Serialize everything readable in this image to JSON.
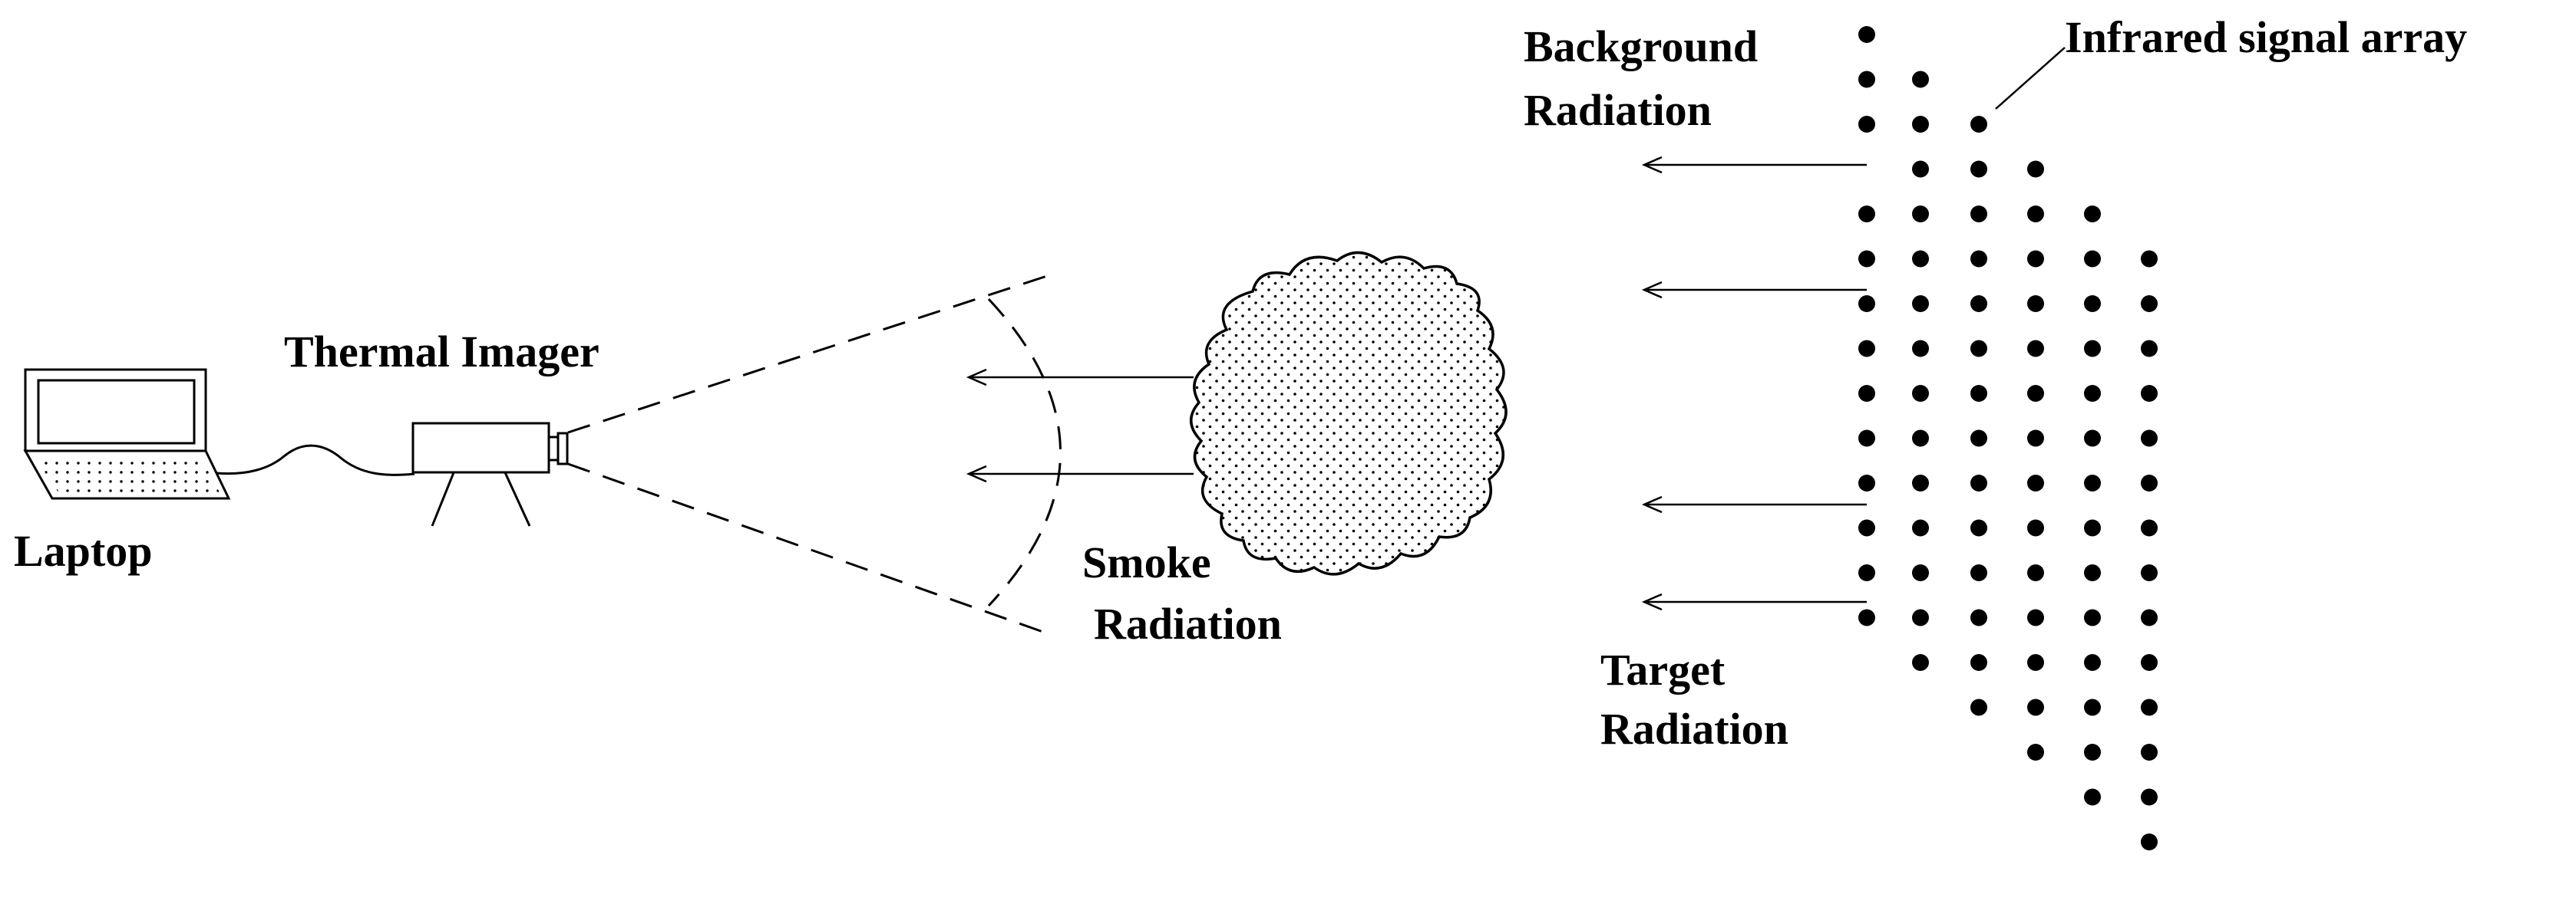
{
  "labels": {
    "laptop": "Laptop",
    "thermal_imager": "Thermal Imager",
    "smoke_radiation_line1": "Smoke",
    "smoke_radiation_line2": "Radiation",
    "background_radiation_line1": "Background",
    "background_radiation_line2": "Radiation",
    "target_radiation_line1": "Target",
    "target_radiation_line2": "Radiation",
    "infrared_signal_array": "Infrared signal array"
  },
  "colors": {
    "ink": "#000000",
    "background": "#ffffff"
  }
}
